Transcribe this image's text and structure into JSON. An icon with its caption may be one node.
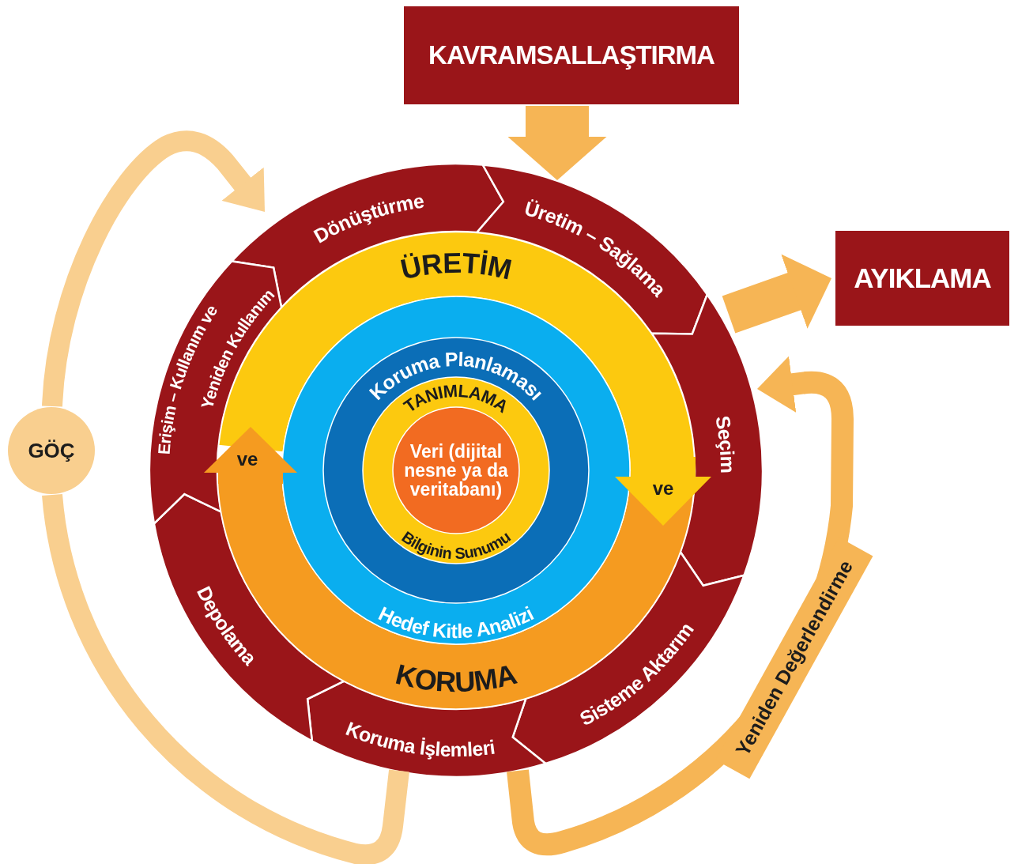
{
  "diagram": {
    "nodes": [
      {
        "text": [
          "KAVRAMSALLAŞTIRMA"
        ]
      },
      {
        "text": [
          "AYIKLAMA"
        ]
      },
      {
        "text": [
          "Dönüştürme"
        ]
      },
      {
        "text": [
          "Üretim – Sağlama"
        ]
      },
      {
        "text": [
          "Seçim"
        ]
      },
      {
        "text": [
          "Sisteme Aktarım"
        ]
      },
      {
        "text": [
          "Koruma İşlemleri"
        ]
      },
      {
        "text": [
          "Depolama"
        ]
      },
      {
        "text": [
          "Erişim – Kullanım ve Yeniden Kullanım"
        ]
      },
      {
        "text": [
          "GÖÇ"
        ]
      },
      {
        "text": [
          "ÜRETİM"
        ]
      },
      {
        "text": [
          "KORUMA"
        ]
      },
      {
        "text": [
          "Hedef Kitle Analizi"
        ]
      },
      {
        "text": [
          "Koruma Planlaması"
        ],
        "in": 12
      },
      {
        "text": [
          "TANIMLAMA",
          "Bilginin Sunumu"
        ],
        "in": 13
      },
      {
        "text": [
          "Veri (dijital nesne ya da veritabanı)"
        ],
        "in": 14
      }
    ],
    "edges": [
      {
        "from": 0,
        "to": 3,
        "arrow": "to"
      },
      {
        "from": 4,
        "to": 1,
        "arrow": "to"
      },
      {
        "from": 6,
        "to": 9,
        "arrow": "none",
        "color": "#f9cf8f"
      },
      {
        "from": 9,
        "to": 2,
        "arrow": "to",
        "color": "#f9cf8f"
      },
      {
        "from": 6,
        "to": 4,
        "arrow": "to",
        "label": "Yeniden Değerlendirme"
      },
      {
        "from": 10,
        "to": 11,
        "arrow": "to",
        "label": "ve",
        "color": "#fcc90f"
      },
      {
        "from": 11,
        "to": 10,
        "arrow": "to",
        "label": "ve",
        "color": "#f59b20"
      }
    ]
  }
}
